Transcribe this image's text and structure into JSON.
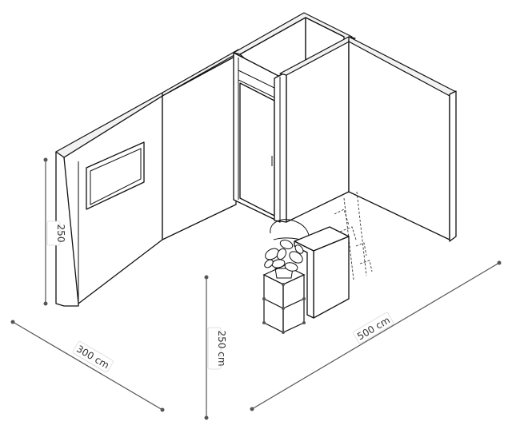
{
  "dimensions": {
    "wall_height_label": "250",
    "depth_label": "300 cm",
    "height_label": "250 cm",
    "width_label": "500 cm"
  },
  "colors": {
    "line": "#111111",
    "dimension_line": "#555555",
    "wall_top": "#f2f2f2",
    "background": "#ffffff"
  },
  "icons": [
    "plant-icon",
    "chair-icon",
    "coat-rack-icon"
  ]
}
